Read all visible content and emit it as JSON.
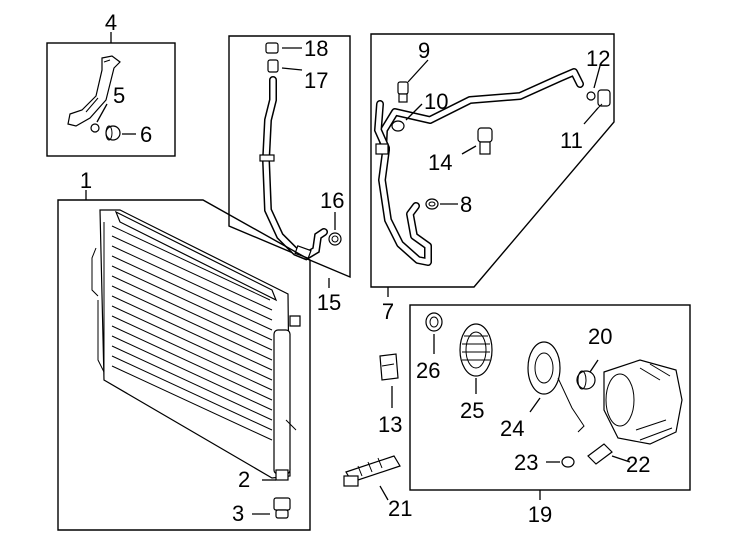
{
  "diagram": {
    "callouts": [
      {
        "id": "c1",
        "label": "1"
      },
      {
        "id": "c2",
        "label": "2"
      },
      {
        "id": "c3",
        "label": "3"
      },
      {
        "id": "c4",
        "label": "4"
      },
      {
        "id": "c5",
        "label": "5"
      },
      {
        "id": "c6",
        "label": "6"
      },
      {
        "id": "c7",
        "label": "7"
      },
      {
        "id": "c8",
        "label": "8"
      },
      {
        "id": "c9",
        "label": "9"
      },
      {
        "id": "c10",
        "label": "10"
      },
      {
        "id": "c11",
        "label": "11"
      },
      {
        "id": "c12",
        "label": "12"
      },
      {
        "id": "c13",
        "label": "13"
      },
      {
        "id": "c14",
        "label": "14"
      },
      {
        "id": "c15",
        "label": "15"
      },
      {
        "id": "c16",
        "label": "16"
      },
      {
        "id": "c17",
        "label": "17"
      },
      {
        "id": "c18",
        "label": "18"
      },
      {
        "id": "c19",
        "label": "19"
      },
      {
        "id": "c20",
        "label": "20"
      },
      {
        "id": "c21",
        "label": "21"
      },
      {
        "id": "c22",
        "label": "22"
      },
      {
        "id": "c23",
        "label": "23"
      },
      {
        "id": "c24",
        "label": "24"
      },
      {
        "id": "c25",
        "label": "25"
      },
      {
        "id": "c26",
        "label": "26"
      }
    ],
    "colors": {
      "line": "#000000",
      "background": "#ffffff"
    }
  }
}
